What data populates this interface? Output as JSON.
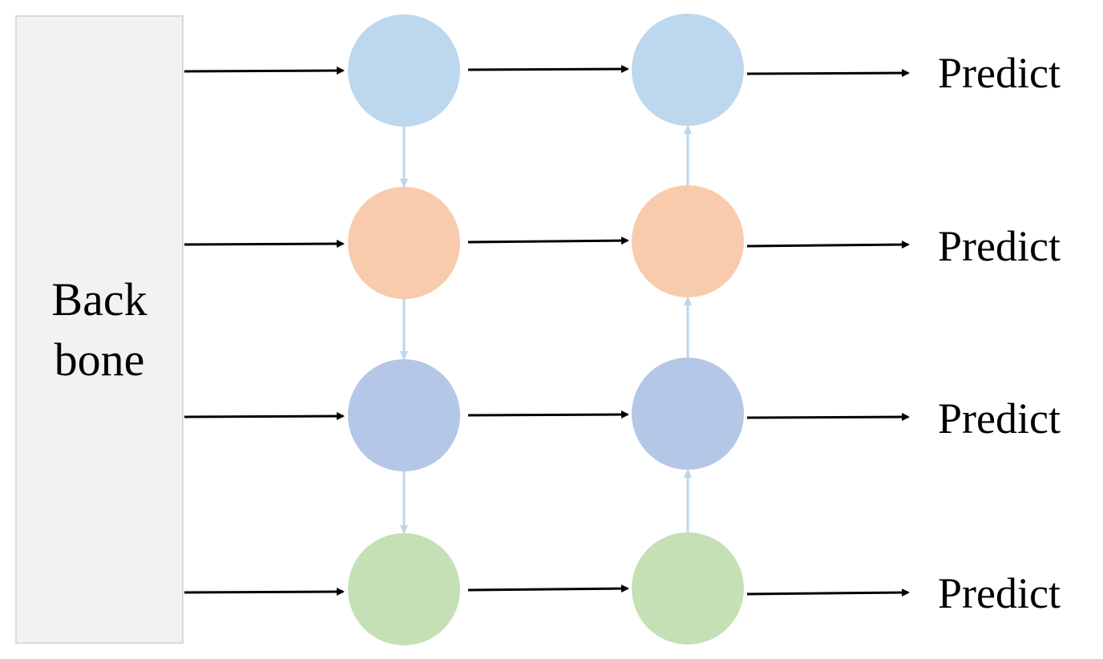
{
  "backbone": {
    "line1": "Back",
    "line2": "bone"
  },
  "outputs": [
    "Predict",
    "Predict",
    "Predict",
    "Predict"
  ],
  "colors": {
    "level1": "#bdd7ee",
    "level2": "#f8cbad",
    "level3": "#b4c7e7",
    "level4": "#c5e0b4",
    "vertical_arrow": "#bdd7ee",
    "backbone_fill": "#f2f2f2",
    "backbone_border": "#d9d9d9"
  }
}
